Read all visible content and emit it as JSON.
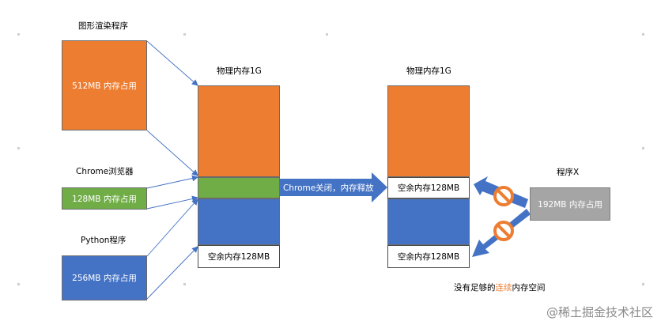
{
  "left": {
    "graphics_title": "图形渲染程序",
    "graphics_box": "512MB 内存占用",
    "chrome_title": "Chrome浏览器",
    "chrome_box": "128MB 内存占用",
    "python_title": "Python程序",
    "python_box": "256MB 内存占用"
  },
  "memory_before": {
    "title": "物理内存1G",
    "free_label": "空余内存128MB"
  },
  "transition_label": "Chrome关闭，内存释放",
  "memory_after": {
    "title": "物理内存1G",
    "free_label_1": "空余内存128MB",
    "free_label_2": "空余内存128MB"
  },
  "program_x": {
    "title": "程序X",
    "box": "192MB 内存占用"
  },
  "warning": {
    "prefix": "没有足够的",
    "highlight": "连续",
    "suffix": "内存空间"
  },
  "watermark": "@稀土掘金技术社区",
  "colors": {
    "orange": "#ED7D31",
    "green": "#70AD47",
    "blue": "#4472C4",
    "gray": "#A5A5A5",
    "arrow_blue": "#4472C4",
    "block_icon": "#ED7D31"
  }
}
